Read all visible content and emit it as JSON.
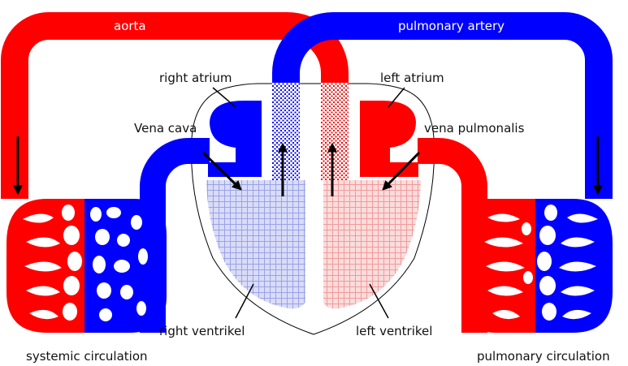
{
  "labels": {
    "aorta": "aorta",
    "pulmonary_artery": "pulmonary artery",
    "right_atrium": "right atrium",
    "left_atrium": "left atrium",
    "vena_cava": "Vena cava",
    "vena_pulmonalis": "vena pulmonalis",
    "right_ventrikel": "right ventrikel",
    "left_ventrikel": "left ventrikel",
    "systemic_circulation": "systemic circulation",
    "pulmonary_circulation": "pulmonary circulation"
  },
  "colors": {
    "oxygenated": "#ff0000",
    "deoxygenated": "#0000ff",
    "arrow": "#000000",
    "background": "#ffffff"
  }
}
